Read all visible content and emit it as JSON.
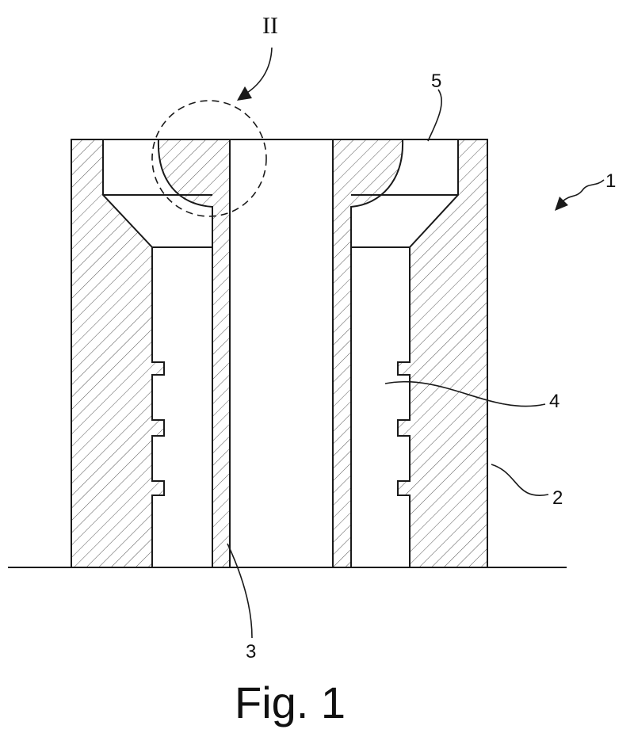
{
  "figure": {
    "caption": "Fig. 1",
    "detail_marker": "II",
    "reference_numerals": {
      "assembly": "1",
      "outer_sleeve": "2",
      "inner_tube": "3",
      "annular_space": "4",
      "recess": "5"
    }
  }
}
